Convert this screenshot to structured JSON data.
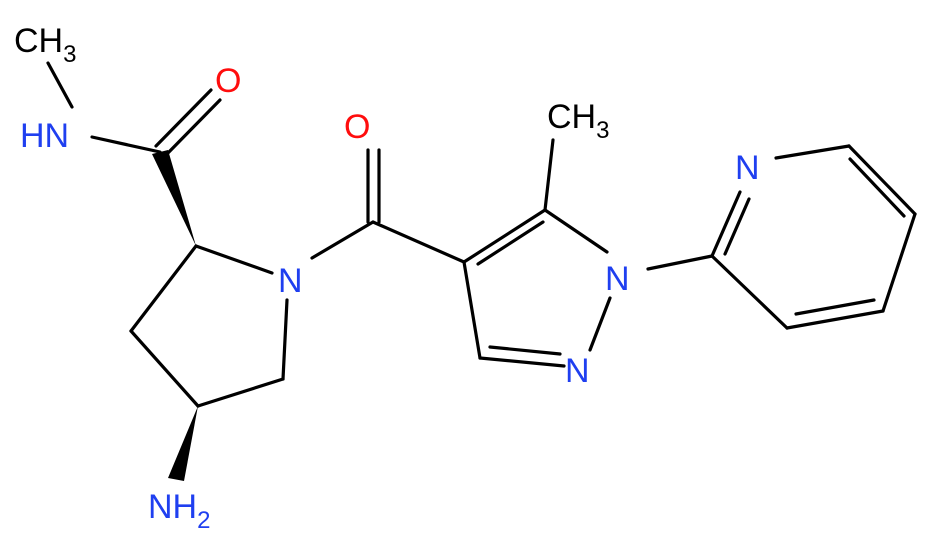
{
  "colors": {
    "bond": "#000000",
    "nitrogen": "#1f3ff0",
    "oxygen": "#ff0d0d",
    "carbon_label": "#000000"
  },
  "atoms": {
    "ch3_top_left": {
      "main": "CH",
      "sub": "3"
    },
    "nh_amide": {
      "main": "HN"
    },
    "o_amide": {
      "main": "O"
    },
    "o_ketone": {
      "main": "O"
    },
    "ch3_pyrazole": {
      "main": "CH",
      "sub": "3"
    },
    "n_pyridine": {
      "main": "N"
    },
    "n_ring": {
      "main": "N"
    },
    "n_pyrazole_1": {
      "main": "N"
    },
    "n_pyrazole_2": {
      "main": "N"
    },
    "nh2": {
      "main": "NH",
      "sub": "2"
    }
  }
}
